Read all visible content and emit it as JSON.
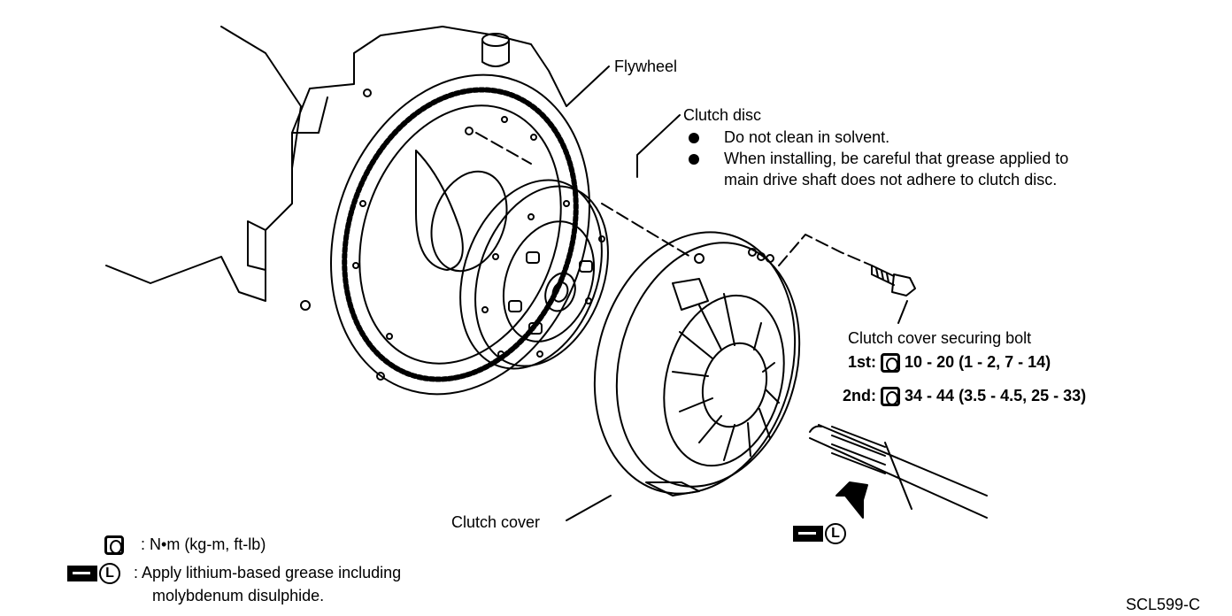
{
  "labels": {
    "flywheel": "Flywheel",
    "clutch_disc": "Clutch disc",
    "clutch_cover": "Clutch cover",
    "bolt_title": "Clutch cover securing bolt"
  },
  "clutch_disc_notes": [
    "Do not clean in solvent.",
    "When installing, be careful that grease applied to",
    "main drive shaft does not adhere to clutch disc."
  ],
  "torque": {
    "first_prefix": "1st:",
    "first_value": "10 - 20 (1 - 2, 7 - 14)",
    "second_prefix": "2nd:",
    "second_value": "34 - 44 (3.5 - 4.5, 25 - 33)"
  },
  "legend": {
    "torque_unit": ": N•m (kg-m, ft-lb)",
    "grease_line1": ": Apply lithium-based grease including",
    "grease_line2": "molybdenum disulphide."
  },
  "grease_symbol_letter": "L",
  "figure_code": "SCL599-C"
}
